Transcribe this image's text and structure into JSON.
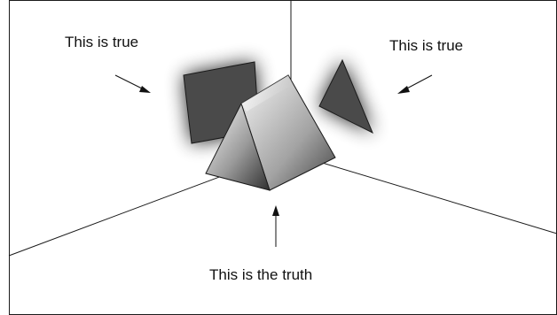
{
  "labels": {
    "left": "This is true",
    "right": "This is true",
    "bottom": "This is the truth"
  },
  "colors": {
    "frame": "#1a1a1a",
    "shadow_face": "#4a4a4a",
    "glow": "#000000",
    "prism_light": "#f2f2f2",
    "prism_dark": "#3a3a3a"
  },
  "icons": {
    "arrows": [
      "arrow-down-right-icon",
      "arrow-down-left-icon",
      "arrow-up-icon"
    ]
  }
}
